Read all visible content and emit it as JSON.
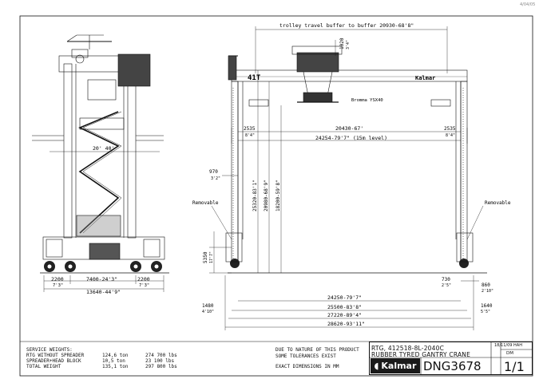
{
  "corner_note": "4/04/05",
  "left_view": {
    "width_label": "20' 40'",
    "dim_left": [
      "2200",
      "7'3\""
    ],
    "dim_center": "7400-24'3\"",
    "dim_right": [
      "2200",
      "7'3\""
    ],
    "dim_total": "13640-44'9\""
  },
  "right_view": {
    "trolley_buffer": "trolley travel buffer to buffer 20930-68'8\"",
    "height_top": [
      "1020",
      "3'4\""
    ],
    "capacity": "41T",
    "spreader": "Bromma YSX40",
    "dim_2535_left": [
      "2535",
      "8'4\""
    ],
    "dim_20430": "20430-67'",
    "dim_2535_right": [
      "2535",
      "8'4\""
    ],
    "dim_24254": "24254-79'7\" (15m level)",
    "dim_970": [
      "970",
      "3'2\""
    ],
    "heights": [
      "25320-83'1\"",
      "20980-68'9\"",
      "18200-59'8\""
    ],
    "removable_left": "Removable",
    "removable_right": "Removable",
    "dim_5350": [
      "5350",
      "17'7\""
    ],
    "dim_730": [
      "730",
      "2'5\""
    ],
    "dim_860": [
      "860",
      "2'10\""
    ],
    "dim_24250": "24250-79'7\"",
    "dim_1480": [
      "1480",
      "4'10\""
    ],
    "dim_25500": "25500-83'8\"",
    "dim_1640": [
      "1640",
      "5'5\""
    ],
    "dim_27220": "27220-89'4\"",
    "dim_28620": "28620-93'11\""
  },
  "service_weights": {
    "heading": "SERVICE WEIGHTS:",
    "rows": [
      {
        "label": "RTG WITHOUT SPREADER",
        "metric": "124,6 ton",
        "imperial": "274 700 lbs"
      },
      {
        "label": "SPREADER+HEAD BLOCK",
        "metric": "10,5 ton",
        "imperial": "23 100 lbs"
      },
      {
        "label": "TOTAL WEIGHT",
        "metric": "135,1 ton",
        "imperial": "297 800 lbs"
      }
    ]
  },
  "notes": {
    "line1": "DUE TO NATURE OF THIS PRODUCT",
    "line2": "SOME TOLERANCES EXIST",
    "line3": "EXACT DIMENSIONS IN MM"
  },
  "title_block": {
    "title1": "RTG, 412518-8L-2040C",
    "title2": "RUBBER TYRED GANTRY CRANE",
    "brand": "Kalmar",
    "drawing_no": "DNG3678",
    "date": "18/11/09 HAH",
    "initials": "DM",
    "sheet": "1/1"
  }
}
